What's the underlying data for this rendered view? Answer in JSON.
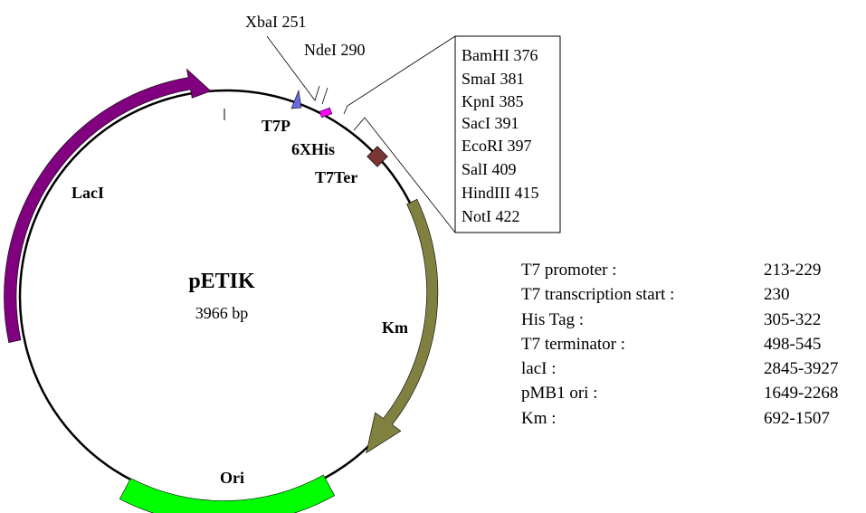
{
  "plasmid": {
    "name": "pETIK",
    "size_label": "3966 bp"
  },
  "features": {
    "laci": {
      "label": "LacI",
      "color": "#800080"
    },
    "km": {
      "label": "Km",
      "color": "#808040"
    },
    "ori": {
      "label": "Ori",
      "color": "#00FF00"
    },
    "t7p": {
      "label": "T7P",
      "color": "#6A6AE0"
    },
    "his": {
      "label": "6XHis",
      "color": "#FF00FF"
    },
    "t7ter": {
      "label": "T7Ter",
      "color": "#7A3535"
    }
  },
  "sites": {
    "xbai": "XbaI 251",
    "ndei": "NdeI 290"
  },
  "mcs_sites": [
    "BamHI 376",
    "SmaI 381",
    "KpnI 385",
    "SacI 391",
    "EcoRI 397",
    "SalI 409",
    "HindIII 415",
    "NotI 422"
  ],
  "feature_table": [
    {
      "name": "T7 promoter :",
      "range": "213-229"
    },
    {
      "name": "T7 transcription start :",
      "range": "230"
    },
    {
      "name": "His Tag :",
      "range": "305-322"
    },
    {
      "name": "T7 terminator :",
      "range": "498-545"
    },
    {
      "name": "lacI :",
      "range": "2845-3927"
    },
    {
      "name": "pMB1 ori :",
      "range": "1649-2268"
    },
    {
      "name": "Km :",
      "range": "692-1507"
    }
  ]
}
